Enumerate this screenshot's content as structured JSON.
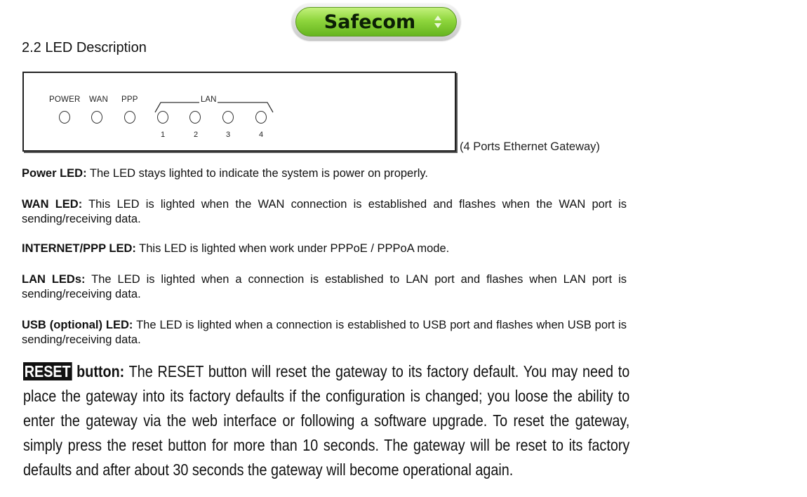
{
  "brand": {
    "name": "Safecom"
  },
  "section_title": "2.2 LED Description",
  "panel": {
    "labels": {
      "power": "POWER",
      "wan": "WAN",
      "ppp": "PPP",
      "lan": "LAN"
    },
    "ports": [
      "1",
      "2",
      "3",
      "4"
    ],
    "caption": "(4 Ports Ethernet Gateway)"
  },
  "descriptions": [
    {
      "term": "Power LED:",
      "text": " The LED stays lighted to indicate the system is power on properly."
    },
    {
      "term": "WAN LED:",
      "text": " This LED is lighted when the WAN connection is established and flashes when the WAN port is sending/receiving data."
    },
    {
      "term": "INTERNET/PPP LED:",
      "text": " This LED is lighted when work under PPPoE / PPPoA mode."
    },
    {
      "term": "LAN LEDs:",
      "text": " The LED is lighted when a connection is established to LAN port and flashes when LAN port is sending/receiving data."
    },
    {
      "term": "USB (optional) LED:",
      "text": " The LED is lighted when a connection is established to USB port and flashes when USB port is sending/receiving data."
    }
  ],
  "reset": {
    "key": "RESET",
    "term": " button:",
    "text": " The RESET button will reset the gateway to its factory default. You may need to place the gateway into its factory defaults if the configuration is changed; you loose the ability to enter the gateway via the web interface or following a software upgrade. To reset the gateway, simply press the reset button for more than 10 seconds. The gateway will be reset to its factory defaults and after about 30 seconds the gateway will become operational again."
  }
}
